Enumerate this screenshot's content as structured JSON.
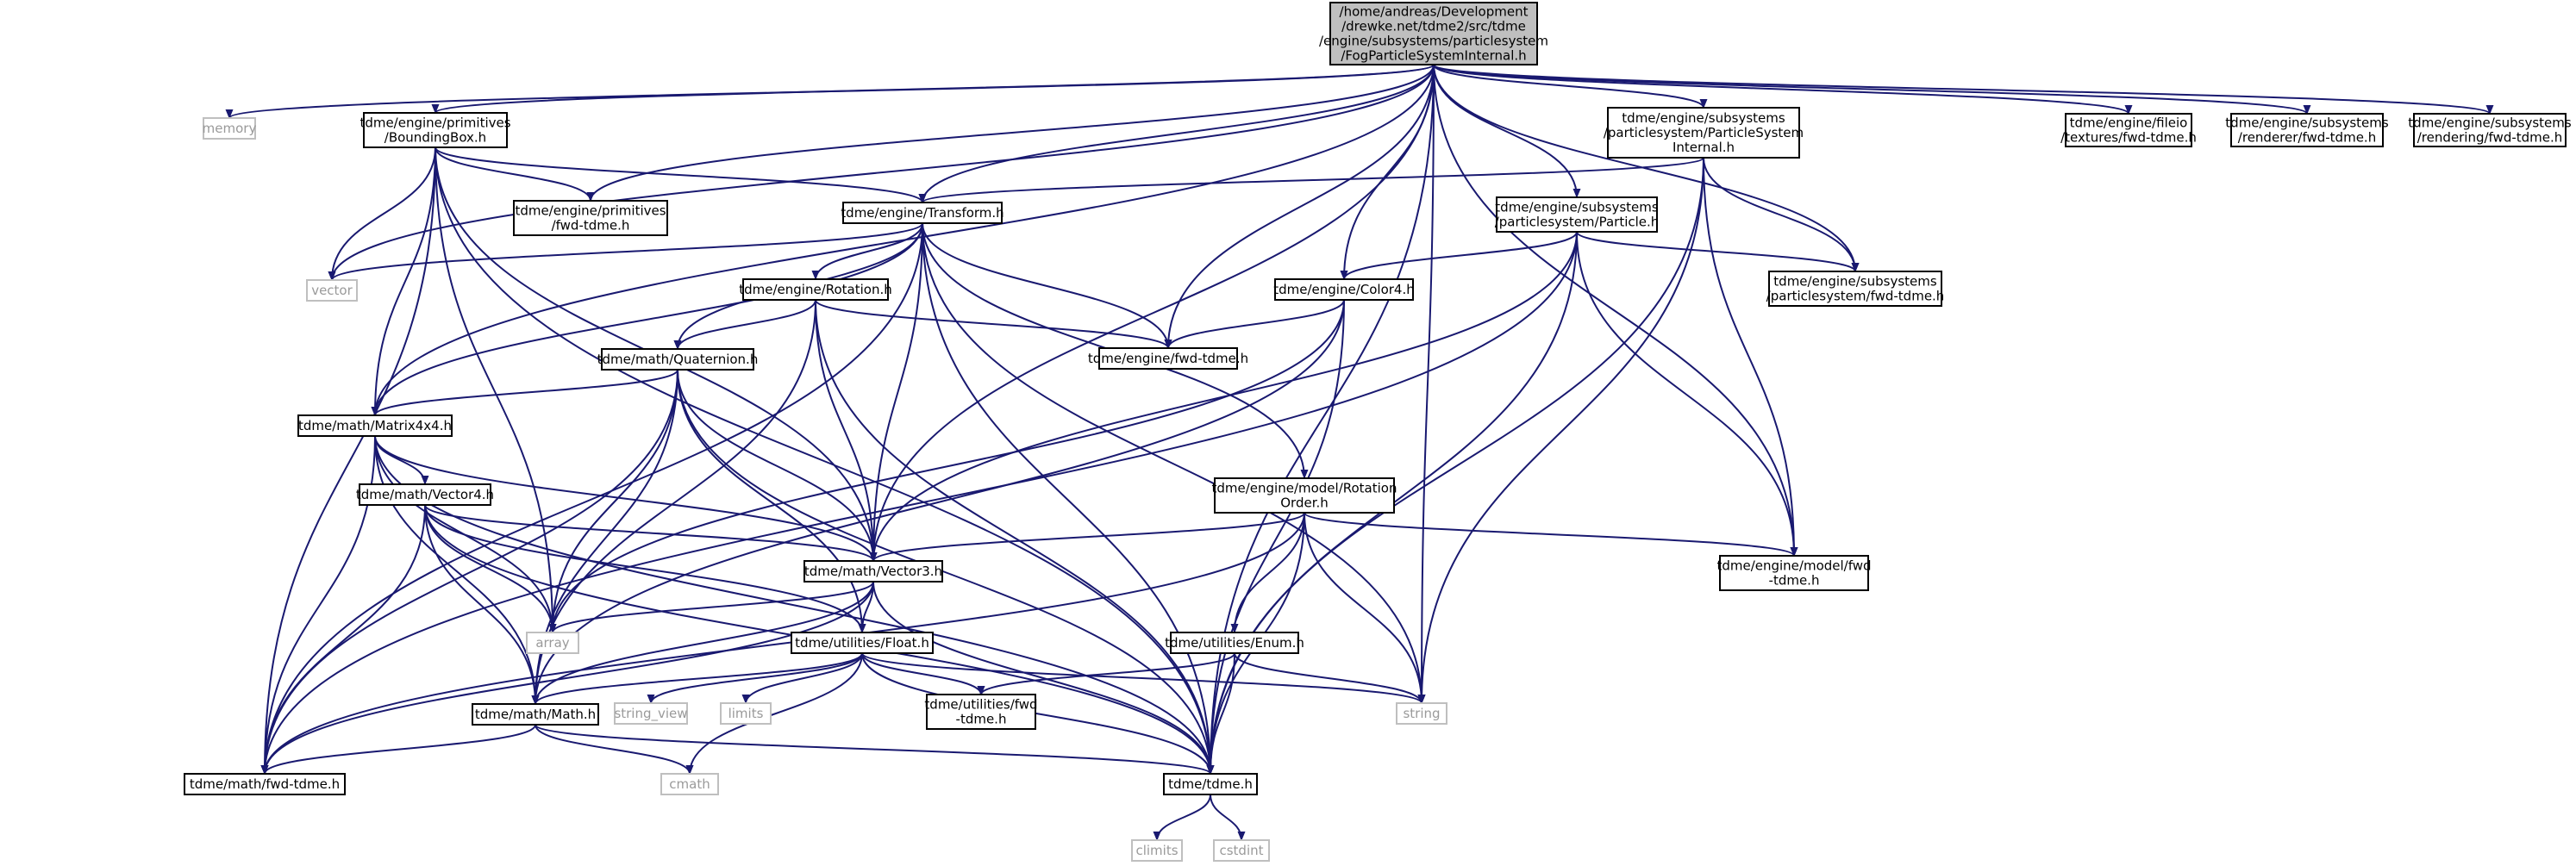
{
  "colors": {
    "edge": "#191970",
    "node_fill": "#ffffff",
    "node_border": "#000000",
    "root_fill": "#bfbfbf",
    "system_border": "#bfbfbf",
    "system_text": "#9a9a9a",
    "text": "#000000"
  },
  "nodes": [
    {
      "id": "root",
      "kind": "root",
      "lines": [
        "/home/andreas/Development",
        "/drewke.net/tdme2/src/tdme",
        "/engine/subsystems/particlesystem",
        "/FogParticleSystemInternal.h"
      ]
    },
    {
      "id": "memory",
      "kind": "system",
      "lines": [
        "memory"
      ]
    },
    {
      "id": "boundingbox",
      "kind": "file",
      "lines": [
        "tdme/engine/primitives",
        "/BoundingBox.h"
      ]
    },
    {
      "id": "prim_fwd",
      "kind": "file",
      "lines": [
        "tdme/engine/primitives",
        "/fwd-tdme.h"
      ]
    },
    {
      "id": "psi",
      "kind": "file",
      "lines": [
        "tdme/engine/subsystems",
        "/particlesystem/ParticleSystem",
        "Internal.h"
      ]
    },
    {
      "id": "fileio",
      "kind": "file",
      "lines": [
        "tdme/engine/fileio",
        "/textures/fwd-tdme.h"
      ]
    },
    {
      "id": "renderer",
      "kind": "file",
      "lines": [
        "tdme/engine/subsystems",
        "/renderer/fwd-tdme.h"
      ]
    },
    {
      "id": "rendering",
      "kind": "file",
      "lines": [
        "tdme/engine/subsystems",
        "/rendering/fwd-tdme.h"
      ]
    },
    {
      "id": "transform",
      "kind": "file",
      "lines": [
        "tdme/engine/Transform.h"
      ]
    },
    {
      "id": "particle",
      "kind": "file",
      "lines": [
        "tdme/engine/subsystems",
        "/particlesystem/Particle.h"
      ]
    },
    {
      "id": "vector",
      "kind": "system",
      "lines": [
        "vector"
      ]
    },
    {
      "id": "rotation",
      "kind": "file",
      "lines": [
        "tdme/engine/Rotation.h"
      ]
    },
    {
      "id": "color4",
      "kind": "file",
      "lines": [
        "tdme/engine/Color4.h"
      ]
    },
    {
      "id": "ps_fwd",
      "kind": "file",
      "lines": [
        "tdme/engine/subsystems",
        "/particlesystem/fwd-tdme.h"
      ]
    },
    {
      "id": "engine_fwd",
      "kind": "file",
      "lines": [
        "tdme/engine/fwd-tdme.h"
      ]
    },
    {
      "id": "quaternion",
      "kind": "file",
      "lines": [
        "tdme/math/Quaternion.h"
      ]
    },
    {
      "id": "matrix4x4",
      "kind": "file",
      "lines": [
        "tdme/math/Matrix4x4.h"
      ]
    },
    {
      "id": "rotorder",
      "kind": "file",
      "lines": [
        "tdme/engine/model/Rotation",
        "Order.h"
      ]
    },
    {
      "id": "vector4",
      "kind": "file",
      "lines": [
        "tdme/math/Vector4.h"
      ]
    },
    {
      "id": "vector3",
      "kind": "file",
      "lines": [
        "tdme/math/Vector3.h"
      ]
    },
    {
      "id": "model_fwd",
      "kind": "file",
      "lines": [
        "tdme/engine/model/fwd",
        "-tdme.h"
      ]
    },
    {
      "id": "array",
      "kind": "system",
      "lines": [
        "array"
      ]
    },
    {
      "id": "float",
      "kind": "file",
      "lines": [
        "tdme/utilities/Float.h"
      ]
    },
    {
      "id": "enum",
      "kind": "file",
      "lines": [
        "tdme/utilities/Enum.h"
      ]
    },
    {
      "id": "mathh",
      "kind": "file",
      "lines": [
        "tdme/math/Math.h"
      ]
    },
    {
      "id": "string_view",
      "kind": "system",
      "lines": [
        "string_view"
      ]
    },
    {
      "id": "limits",
      "kind": "system",
      "lines": [
        "limits"
      ]
    },
    {
      "id": "util_fwd",
      "kind": "file",
      "lines": [
        "tdme/utilities/fwd",
        "-tdme.h"
      ]
    },
    {
      "id": "string",
      "kind": "system",
      "lines": [
        "string"
      ]
    },
    {
      "id": "math_fwd",
      "kind": "file",
      "lines": [
        "tdme/math/fwd-tdme.h"
      ]
    },
    {
      "id": "cmath",
      "kind": "system",
      "lines": [
        "cmath"
      ]
    },
    {
      "id": "tdme",
      "kind": "file",
      "lines": [
        "tdme/tdme.h"
      ]
    },
    {
      "id": "climits",
      "kind": "system",
      "lines": [
        "climits"
      ]
    },
    {
      "id": "cstdint",
      "kind": "system",
      "lines": [
        "cstdint"
      ]
    }
  ],
  "edges": [
    [
      "root",
      "memory"
    ],
    [
      "root",
      "boundingbox"
    ],
    [
      "root",
      "vector"
    ],
    [
      "root",
      "prim_fwd"
    ],
    [
      "root",
      "transform"
    ],
    [
      "root",
      "matrix4x4"
    ],
    [
      "root",
      "engine_fwd"
    ],
    [
      "root",
      "vector3"
    ],
    [
      "root",
      "color4"
    ],
    [
      "root",
      "string"
    ],
    [
      "root",
      "psi"
    ],
    [
      "root",
      "particle"
    ],
    [
      "root",
      "ps_fwd"
    ],
    [
      "root",
      "model_fwd"
    ],
    [
      "root",
      "tdme"
    ],
    [
      "root",
      "fileio"
    ],
    [
      "root",
      "renderer"
    ],
    [
      "root",
      "rendering"
    ],
    [
      "boundingbox",
      "prim_fwd"
    ],
    [
      "boundingbox",
      "transform"
    ],
    [
      "boundingbox",
      "vector"
    ],
    [
      "boundingbox",
      "matrix4x4"
    ],
    [
      "boundingbox",
      "array"
    ],
    [
      "boundingbox",
      "vector3"
    ],
    [
      "boundingbox",
      "math_fwd"
    ],
    [
      "boundingbox",
      "tdme"
    ],
    [
      "psi",
      "transform"
    ],
    [
      "psi",
      "ps_fwd"
    ],
    [
      "psi",
      "string"
    ],
    [
      "psi",
      "model_fwd"
    ],
    [
      "psi",
      "tdme"
    ],
    [
      "transform",
      "vector"
    ],
    [
      "transform",
      "rotation"
    ],
    [
      "transform",
      "engine_fwd"
    ],
    [
      "transform",
      "quaternion"
    ],
    [
      "transform",
      "matrix4x4"
    ],
    [
      "transform",
      "vector3"
    ],
    [
      "transform",
      "rotorder"
    ],
    [
      "transform",
      "string"
    ],
    [
      "transform",
      "math_fwd"
    ],
    [
      "transform",
      "tdme"
    ],
    [
      "particle",
      "color4"
    ],
    [
      "particle",
      "ps_fwd"
    ],
    [
      "particle",
      "vector3"
    ],
    [
      "particle",
      "model_fwd"
    ],
    [
      "particle",
      "math_fwd"
    ],
    [
      "particle",
      "tdme"
    ],
    [
      "rotation",
      "engine_fwd"
    ],
    [
      "rotation",
      "quaternion"
    ],
    [
      "rotation",
      "vector3"
    ],
    [
      "rotation",
      "mathh"
    ],
    [
      "rotation",
      "tdme"
    ],
    [
      "color4",
      "engine_fwd"
    ],
    [
      "color4",
      "array"
    ],
    [
      "color4",
      "mathh"
    ],
    [
      "color4",
      "tdme"
    ],
    [
      "quaternion",
      "matrix4x4"
    ],
    [
      "quaternion",
      "vector3"
    ],
    [
      "quaternion",
      "array"
    ],
    [
      "quaternion",
      "float"
    ],
    [
      "quaternion",
      "mathh"
    ],
    [
      "quaternion",
      "math_fwd"
    ],
    [
      "quaternion",
      "tdme"
    ],
    [
      "matrix4x4",
      "vector4"
    ],
    [
      "matrix4x4",
      "vector3"
    ],
    [
      "matrix4x4",
      "array"
    ],
    [
      "matrix4x4",
      "mathh"
    ],
    [
      "matrix4x4",
      "math_fwd"
    ],
    [
      "matrix4x4",
      "tdme"
    ],
    [
      "rotorder",
      "vector3"
    ],
    [
      "rotorder",
      "model_fwd"
    ],
    [
      "rotorder",
      "enum"
    ],
    [
      "rotorder",
      "string"
    ],
    [
      "rotorder",
      "math_fwd"
    ],
    [
      "rotorder",
      "tdme"
    ],
    [
      "vector4",
      "vector3"
    ],
    [
      "vector4",
      "array"
    ],
    [
      "vector4",
      "float"
    ],
    [
      "vector4",
      "mathh"
    ],
    [
      "vector4",
      "math_fwd"
    ],
    [
      "vector4",
      "tdme"
    ],
    [
      "vector3",
      "array"
    ],
    [
      "vector3",
      "float"
    ],
    [
      "vector3",
      "mathh"
    ],
    [
      "vector3",
      "math_fwd"
    ],
    [
      "vector3",
      "tdme"
    ],
    [
      "float",
      "mathh"
    ],
    [
      "float",
      "string_view"
    ],
    [
      "float",
      "limits"
    ],
    [
      "float",
      "util_fwd"
    ],
    [
      "float",
      "string"
    ],
    [
      "float",
      "cmath"
    ],
    [
      "float",
      "tdme"
    ],
    [
      "enum",
      "util_fwd"
    ],
    [
      "enum",
      "string"
    ],
    [
      "enum",
      "tdme"
    ],
    [
      "mathh",
      "math_fwd"
    ],
    [
      "mathh",
      "cmath"
    ],
    [
      "mathh",
      "tdme"
    ],
    [
      "tdme",
      "climits"
    ],
    [
      "tdme",
      "cstdint"
    ]
  ]
}
